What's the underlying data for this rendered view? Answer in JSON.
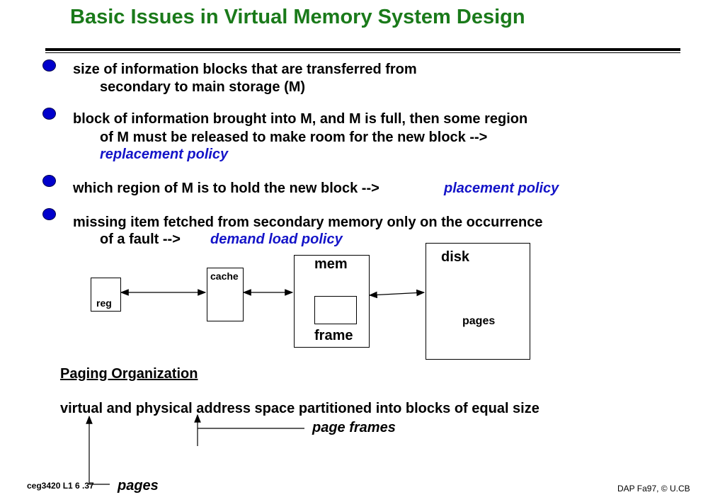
{
  "title": "Basic Issues in Virtual Memory System Design",
  "bullets": {
    "b1_l1": "size of information blocks that are transferred from",
    "b1_l2": "secondary to main storage (M)",
    "b2_l1": "block of information brought into M, and M is full, then some region",
    "b2_l2": "of M must be released to make room for the new block -->",
    "b2_l3": "replacement policy",
    "b3_l1": "which region of M is to hold the new block -->",
    "b3_em": "placement policy",
    "b4_l1": "missing item fetched from secondary memory only on the occurrence",
    "b4_l2": "of a fault  -->",
    "b4_em": "demand load policy"
  },
  "diagram": {
    "reg": "reg",
    "cache": "cache",
    "mem": "mem",
    "frame": "frame",
    "disk": "disk",
    "pages": "pages"
  },
  "paging": {
    "heading": "Paging Organization",
    "sentence": "virtual and physical address space partitioned into blocks of equal size",
    "page_frames": "page frames",
    "pages": "pages"
  },
  "footer": {
    "left": "ceg3420  L1 6 .37",
    "right": "DAP Fa97, © U.CB"
  },
  "colors": {
    "title": "#1a7a1a",
    "bullet": "#0000cc",
    "emphasis": "#1414c8"
  }
}
